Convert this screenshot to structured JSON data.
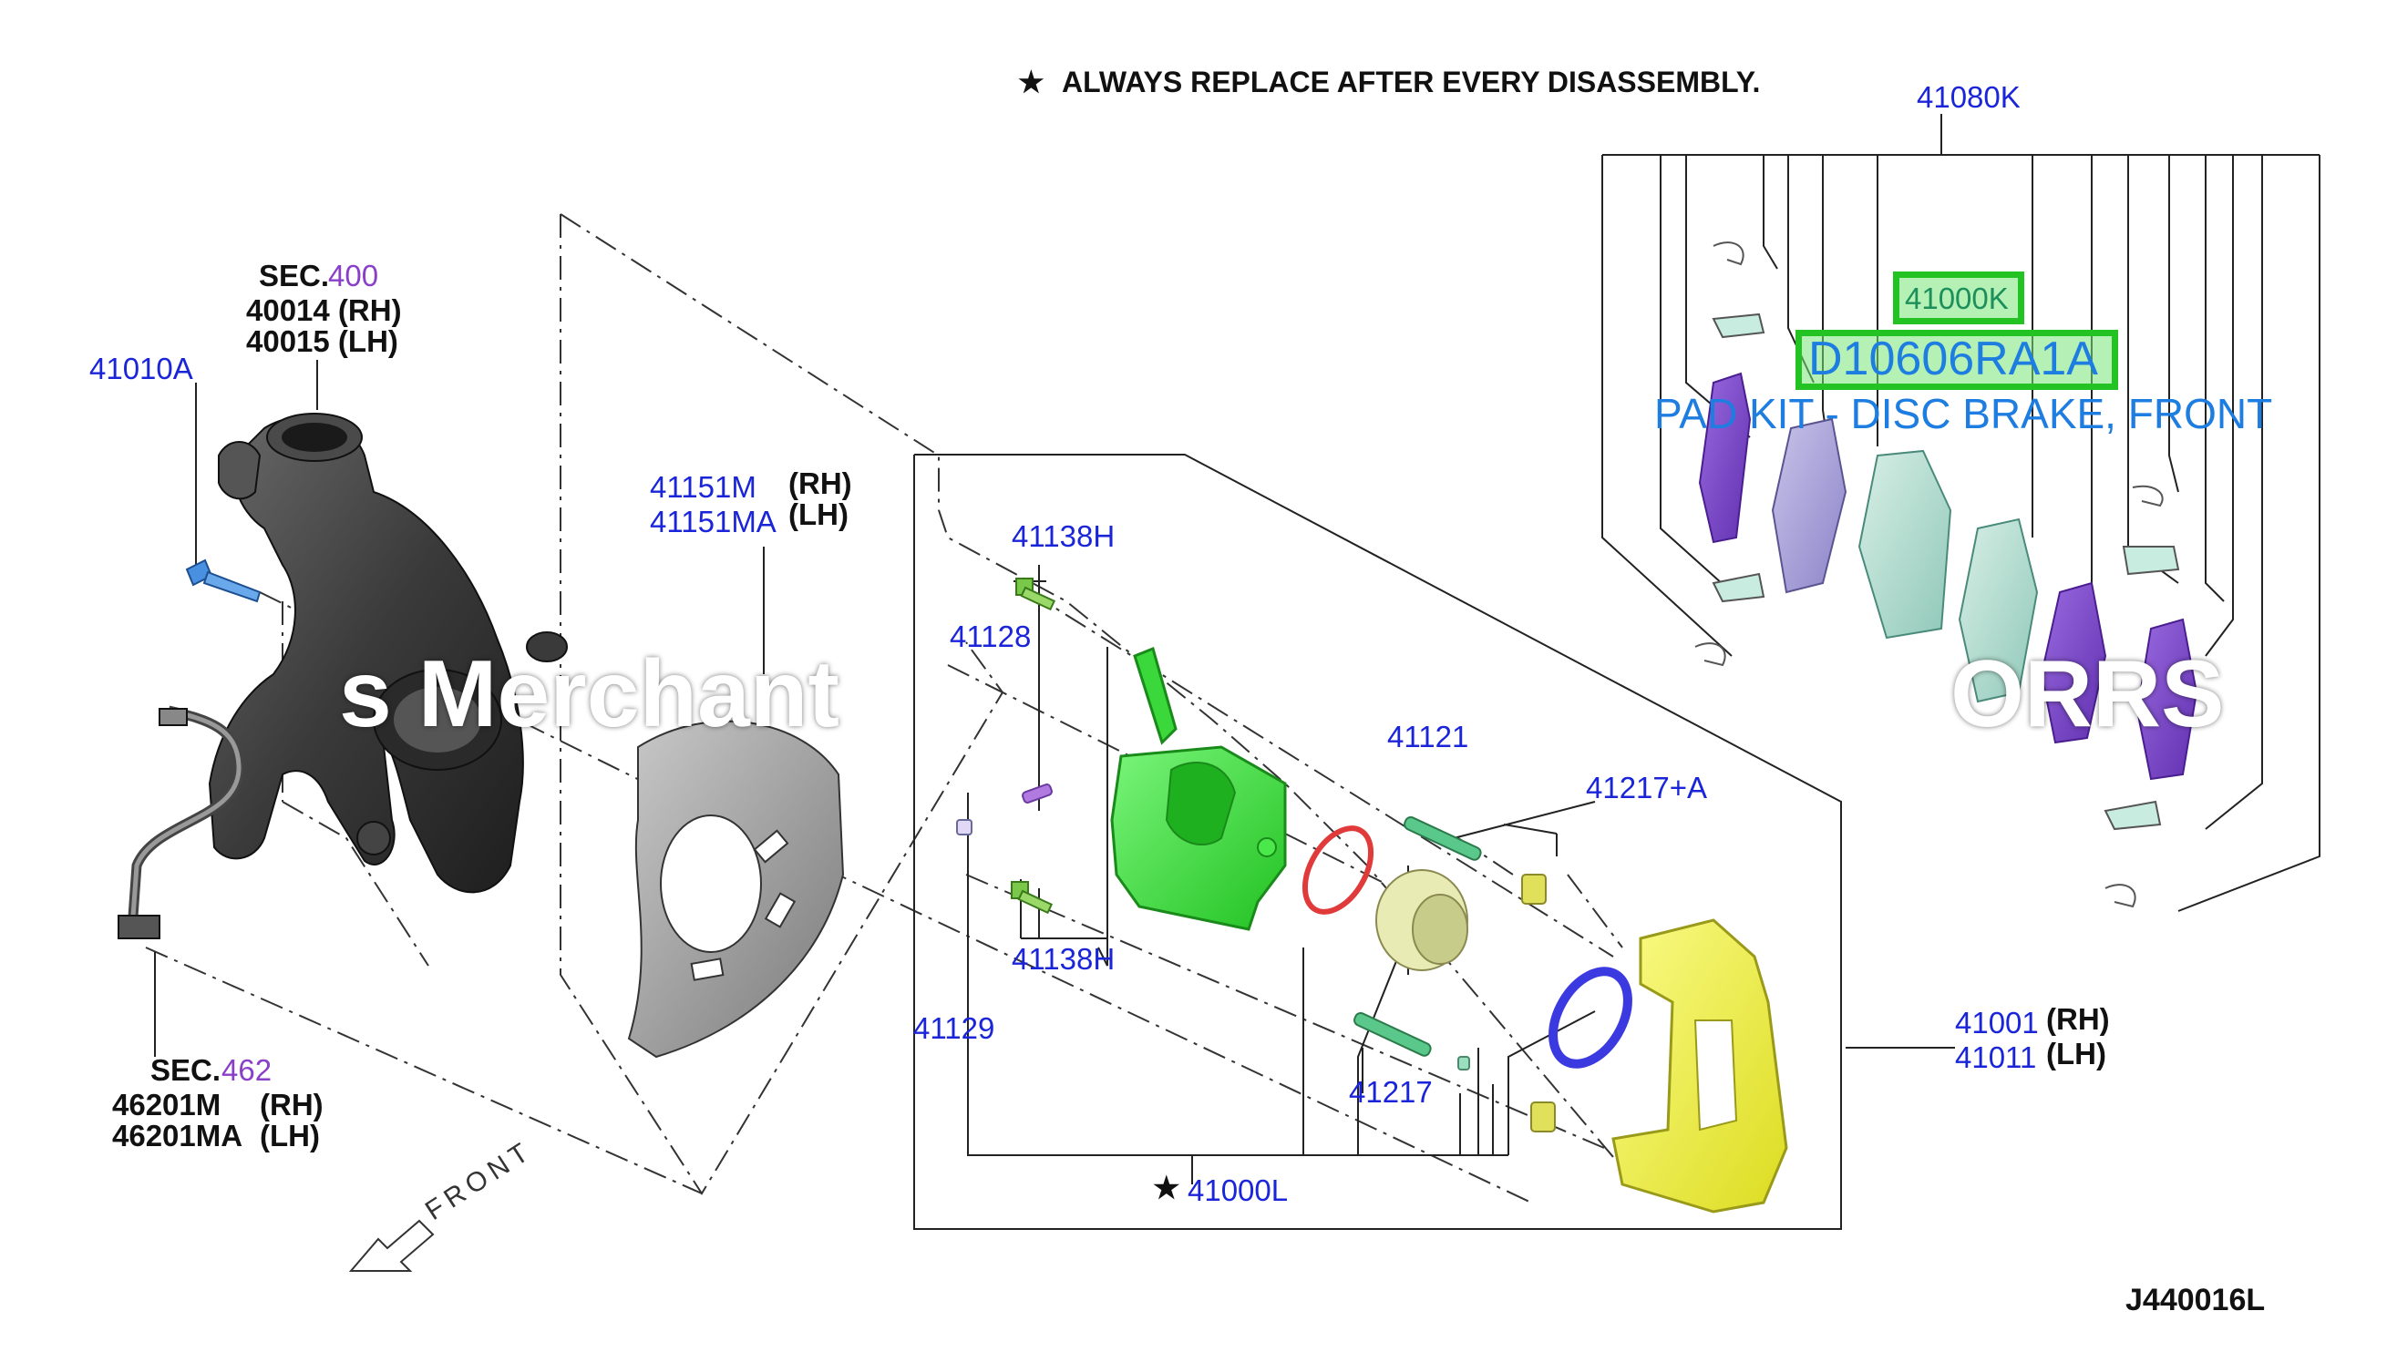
{
  "note": {
    "star": "★",
    "text": "ALWAYS REPLACE AFTER EVERY DISASSEMBLY."
  },
  "figure_id": "J440016L",
  "front_label": "FRONT",
  "knuckle": {
    "sec_prefix": "SEC.",
    "sec_number": "400",
    "part_rh": "40014 (RH)",
    "part_lh": "40015 (LH)"
  },
  "bolt": "41010A",
  "hose": {
    "sec_prefix": "SEC.",
    "sec_number": "462",
    "part_rh": "46201M",
    "rh_suffix": "(RH)",
    "part_lh": "46201MA",
    "lh_suffix": "(LH)"
  },
  "splash_guard": {
    "part_rh": "41151M",
    "rh_suffix": "(RH)",
    "part_lh": "41151MA",
    "lh_suffix": "(LH)"
  },
  "caliper": {
    "bolt_upper": "41138H",
    "bolt_lower": "41138H",
    "bleeder": "41128",
    "cap": "41129",
    "seal": "41121",
    "boot_kit": "41217+A",
    "pin": "41217",
    "kit_star": "★",
    "kit": "41000L",
    "bracket_rh": "41001",
    "bracket_rh_suffix": "(RH)",
    "bracket_lh": "41011",
    "bracket_lh_suffix": "(LH)"
  },
  "pads": {
    "hardware_kit": "41080K",
    "pad_kit": "41000K",
    "oem_part": "D10606RA1A",
    "description": "PAD KIT - DISC BRAKE, FRONT"
  },
  "watermark": {
    "left": "s Merchant",
    "right": "ORRS"
  },
  "colors": {
    "part_number": "#1a25d9",
    "section_number": "#8a3fc8",
    "highlight_border": "#22c322",
    "highlight_text": "#1d7de0",
    "caliper": "#2fe02f",
    "bracket": "#f2f23a",
    "pad_purple": "#7b45c8",
    "pad_teal": "#a9d8cc",
    "knuckle": "#3a3a3a",
    "splash_guard": "#9a9a9a",
    "seal_red": "#e03a3a",
    "seal_blue": "#3a3ae0",
    "bolt_blue": "#4a90e0"
  }
}
